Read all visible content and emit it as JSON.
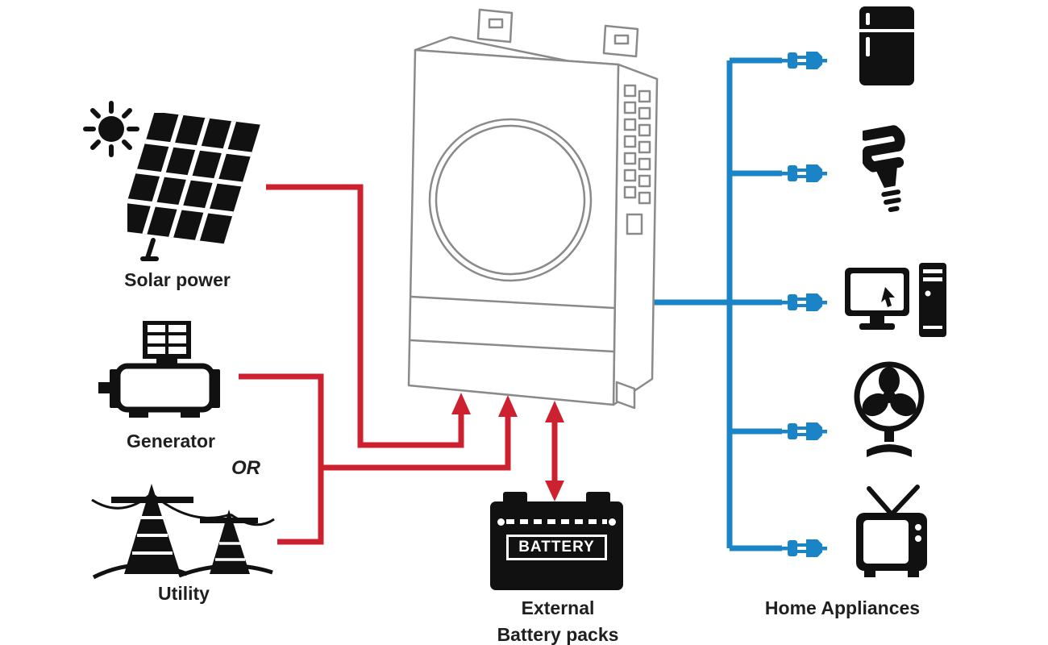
{
  "colors": {
    "input_line": "#cd2130",
    "output_line": "#1a84c6",
    "ink": "#1f1f1f",
    "device_outline": "#8a8a8a",
    "background": "#ffffff"
  },
  "sources": {
    "solar": {
      "label": "Solar power",
      "icons": [
        "sun-icon",
        "solar-panel-icon"
      ]
    },
    "generator": {
      "label": "Generator",
      "icon": "generator-icon"
    },
    "or": "OR",
    "utility": {
      "label": "Utility",
      "icon": "utility-towers-icon"
    }
  },
  "inverter": {
    "icon": "inverter-icon"
  },
  "battery": {
    "badge": "BATTERY",
    "label_line1": "External",
    "label_line2": "Battery packs",
    "icon": "battery-icon"
  },
  "appliances": {
    "label": "Home Appliances",
    "connector_icon": "plug-connector-icon",
    "items": [
      {
        "name": "refrigerator",
        "icon": "refrigerator-icon"
      },
      {
        "name": "cfl-bulb",
        "icon": "cfl-bulb-icon"
      },
      {
        "name": "desktop-computer",
        "icon": "computer-icon"
      },
      {
        "name": "desk-fan",
        "icon": "fan-icon"
      },
      {
        "name": "television",
        "icon": "tv-icon"
      }
    ]
  }
}
